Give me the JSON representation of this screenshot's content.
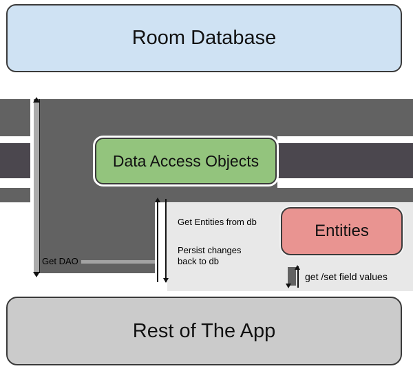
{
  "nodes": {
    "room_database": {
      "label": "Room Database",
      "fill": "#cfe2f3"
    },
    "data_access_objects": {
      "label": "Data Access Objects",
      "fill": "#93c47d"
    },
    "entities": {
      "label": "Entities",
      "fill": "#e99491"
    },
    "rest_of_the_app": {
      "label": "Rest of The App",
      "fill": "#cbcbcb"
    }
  },
  "edge_labels": {
    "get_dao": "Get DAO",
    "get_entities_from_db": "Get Entities from db",
    "persist_changes": "Persist changes back to db",
    "get_set_field_values": "get /set field values"
  },
  "colors": {
    "block_arrow_dark": "#626262",
    "block_arrow_darker": "#4b474e",
    "get_dao_shaft": "#ababab",
    "label_panel": "#e8e8e8",
    "mini_bar": "#626262"
  }
}
